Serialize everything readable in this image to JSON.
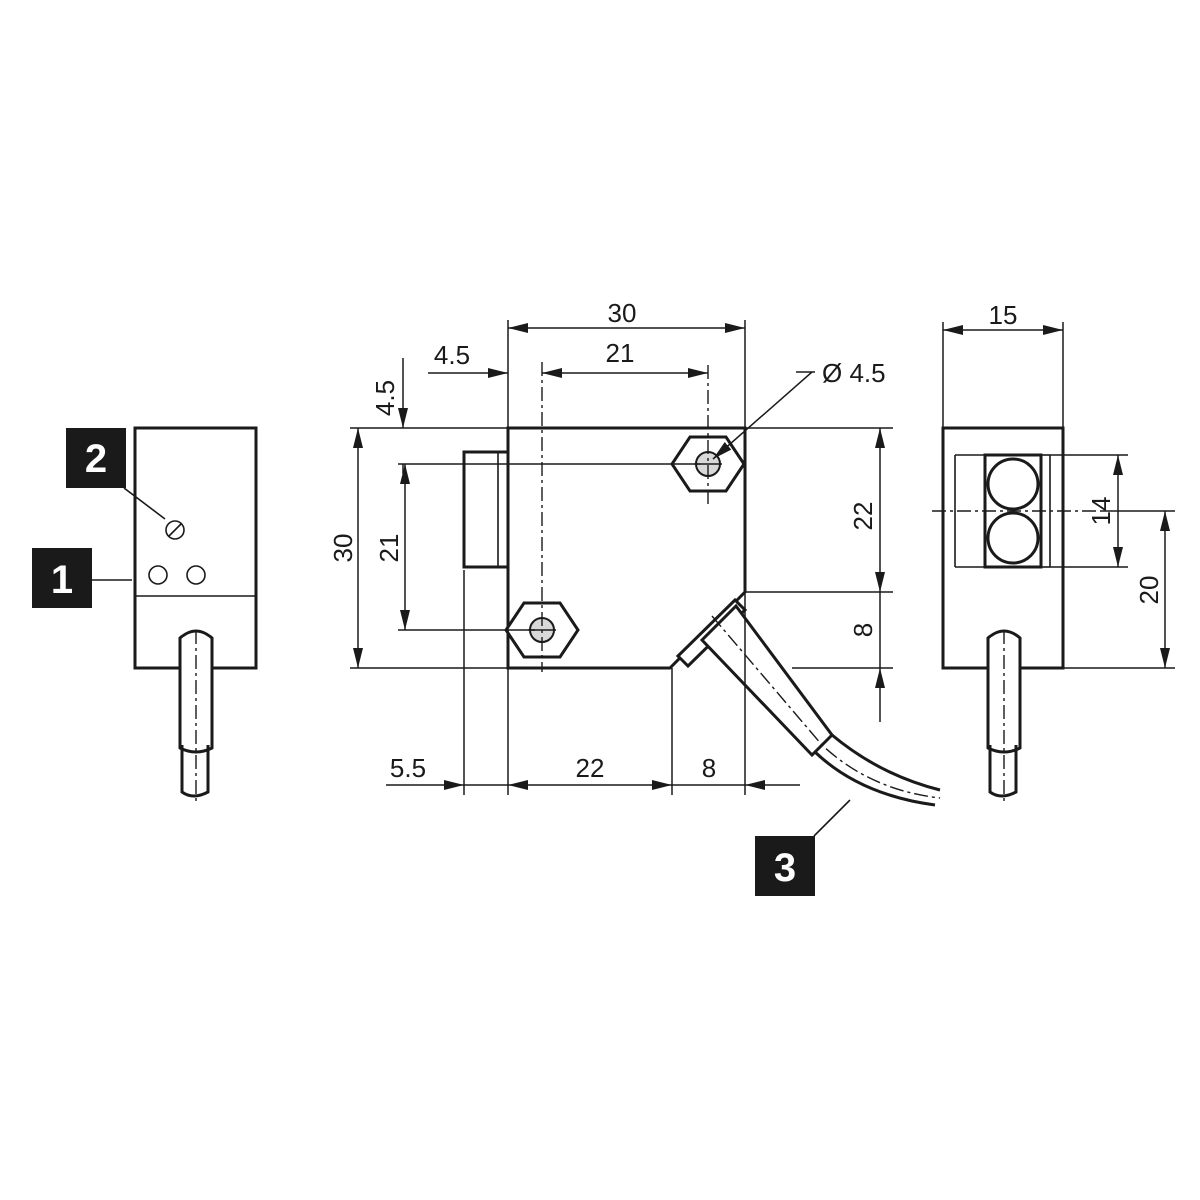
{
  "dimensions": {
    "front_total_width": "30",
    "hole_spacing_horizontal": "21",
    "lens_offset": "4.5",
    "hole_offset_top": "4.5",
    "hole_diameter": "Ø 4.5",
    "front_total_height": "30",
    "hole_spacing_vertical": "21",
    "right_upper_height": "22",
    "right_lower_height": "8",
    "bottom_lens_depth": "5.5",
    "bottom_body_width": "22",
    "bottom_bevel_width": "8",
    "side_width": "15",
    "side_optics_height": "14",
    "side_optics_axis_height": "20"
  },
  "callouts": {
    "emitter_receiver": "1",
    "potentiometer": "2",
    "cable": "3"
  },
  "colors": {
    "line": "#1a1a1a",
    "badge_bg": "#1a1a1a",
    "badge_text": "#ffffff",
    "background": "#ffffff"
  }
}
